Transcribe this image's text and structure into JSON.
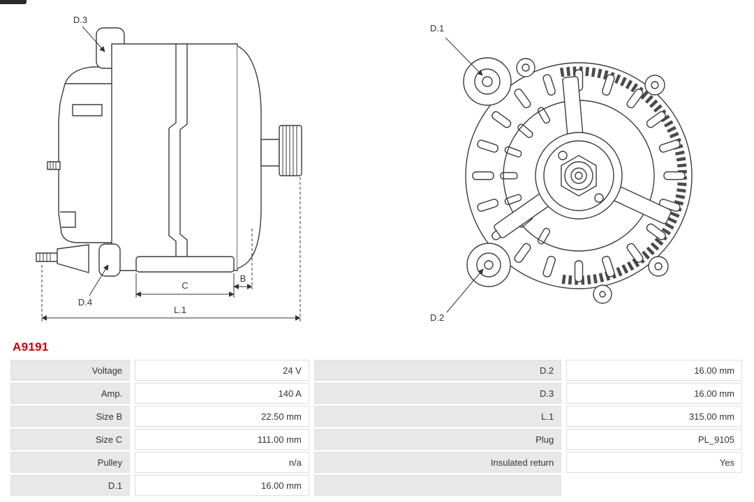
{
  "colors": {
    "part_number_red": "#cc0000",
    "label_cell_bg": "#e8e8e8",
    "drawing_line": "#3a3a3a"
  },
  "part_number": "A9191",
  "diagram": {
    "side_view": {
      "d3": "D.3",
      "d4": "D.4",
      "c": "C",
      "b": "B",
      "l1": "L.1"
    },
    "front_view": {
      "d1": "D.1",
      "d2": "D.2"
    }
  },
  "table": {
    "rows": [
      [
        "Voltage",
        "24 V",
        "D.2",
        "16.00 mm"
      ],
      [
        "Amp.",
        "140 A",
        "D.3",
        "16.00 mm"
      ],
      [
        "Size B",
        "22.50 mm",
        "L.1",
        "315.00 mm"
      ],
      [
        "Size C",
        "111.00 mm",
        "Plug",
        "PL_9105"
      ],
      [
        "Pulley",
        "n/a",
        "Insulated return",
        "Yes"
      ],
      [
        "D.1",
        "16.00 mm",
        "",
        ""
      ]
    ]
  }
}
